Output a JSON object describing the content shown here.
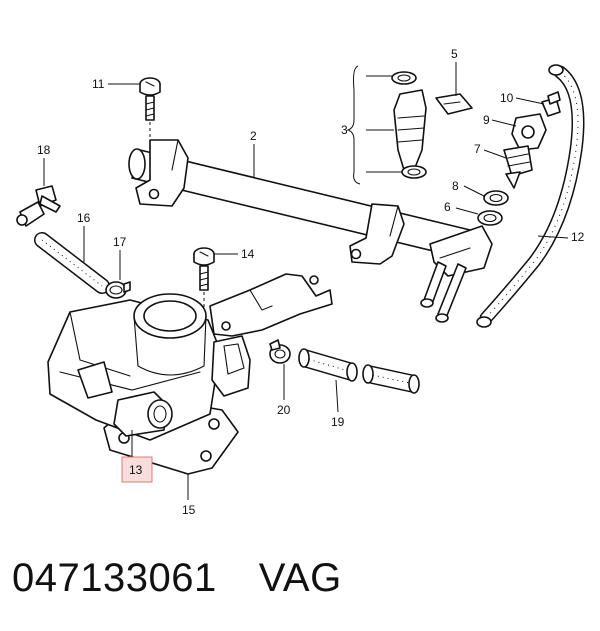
{
  "callouts": {
    "c2": "2",
    "c3": "3",
    "c5": "5",
    "c6": "6",
    "c7": "7",
    "c8": "8",
    "c9": "9",
    "c10": "10",
    "c11": "11",
    "c12": "12",
    "c13": "13",
    "c14": "14",
    "c15": "15",
    "c16": "16",
    "c17": "17",
    "c18": "18",
    "c19": "19",
    "c20": "20"
  },
  "highlight": {
    "part": "13",
    "fill": "#f9dcdc",
    "stroke": "#e07a7a"
  },
  "caption": {
    "part_number": "047133061",
    "brand": "VAG"
  }
}
